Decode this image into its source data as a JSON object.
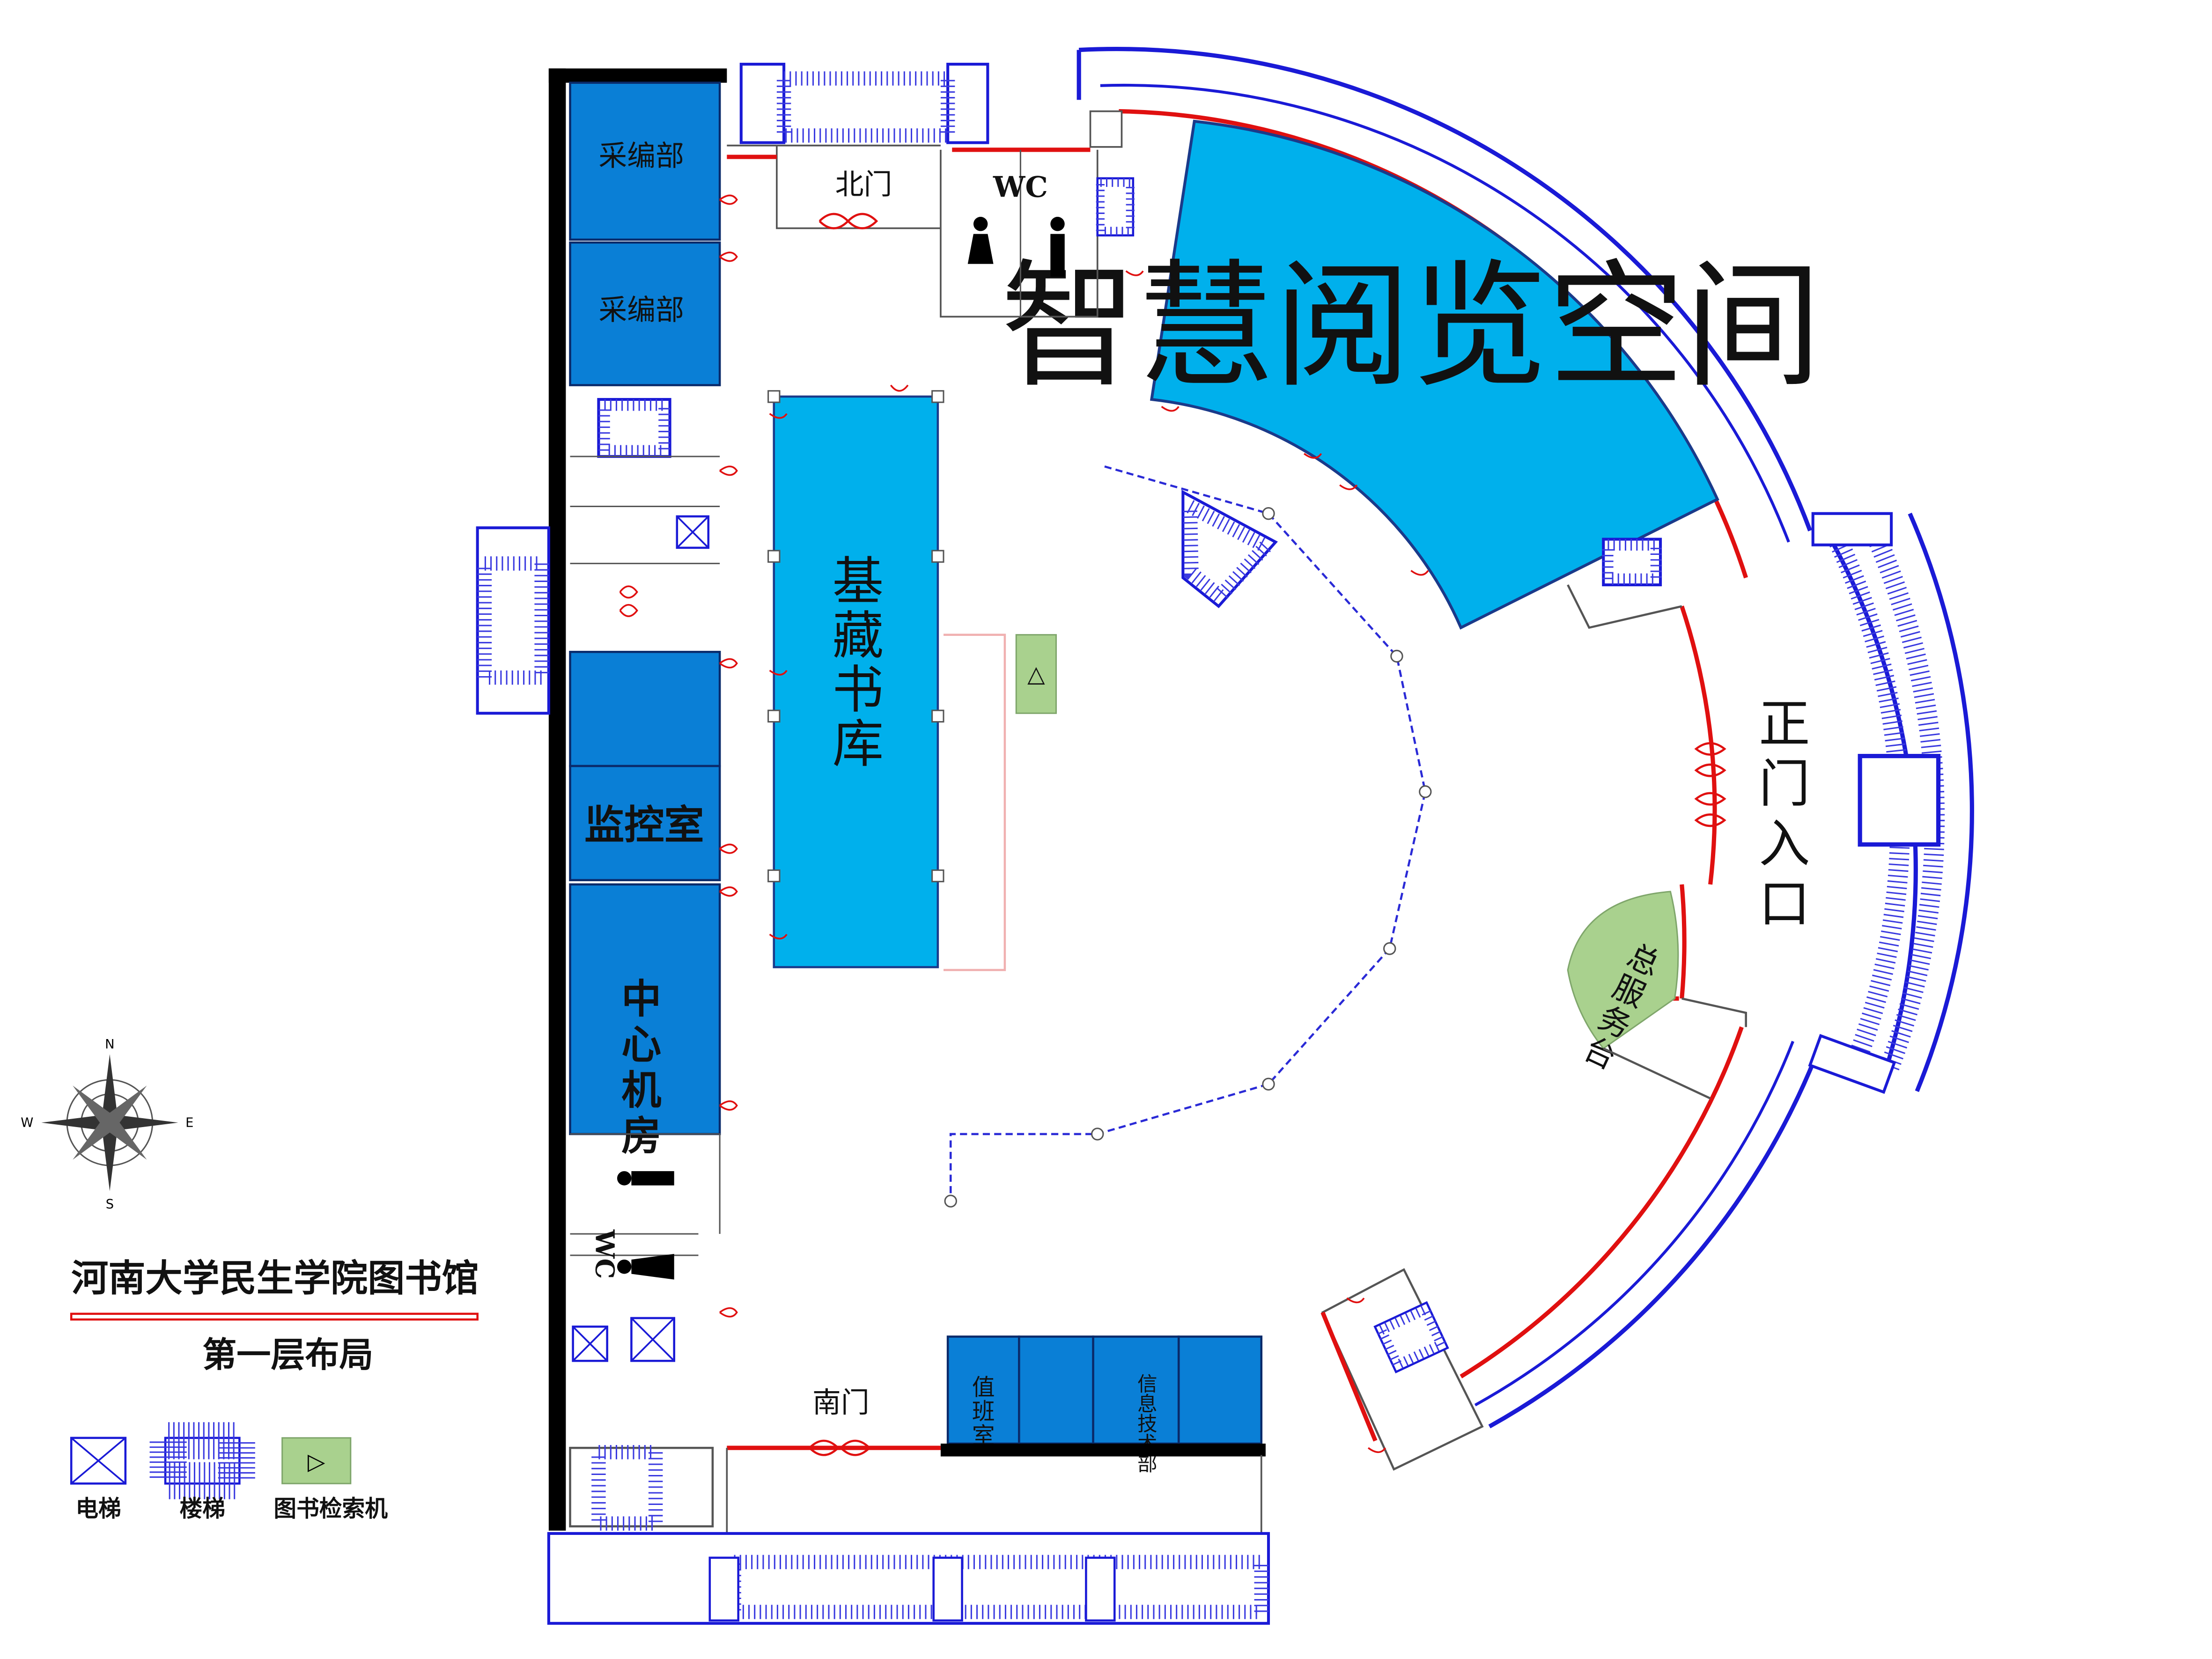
{
  "title": "河南大学民生学院图书馆",
  "subtitle": "第一层布局",
  "compass": {
    "n": "N",
    "s": "S",
    "e": "E",
    "w": "W"
  },
  "rooms": {
    "acq1": "采编部",
    "acq2": "采编部",
    "monitor": "监控室",
    "datacenter": "中心机房",
    "stacks": "基藏书库",
    "smart_reading": "智慧阅览空间",
    "duty": "值班室",
    "it": "信息技术部",
    "service_desk": "总服务台"
  },
  "doors": {
    "north": "北门",
    "south": "南门",
    "main": "正门入口"
  },
  "wc_label": "WC",
  "kiosk_symbol": "△",
  "legend": [
    {
      "key": "elevator",
      "label": "电梯",
      "icon": "elevator-icon"
    },
    {
      "key": "stairs",
      "label": "楼梯",
      "icon": "stairs-icon"
    },
    {
      "key": "kiosk",
      "label": "图书检索机",
      "icon": "kiosk-icon",
      "symbol": "▷"
    }
  ],
  "colors": {
    "room_blue": "#0a7fd6",
    "light_blue": "#00b0ec",
    "service_green": "#a9d18e",
    "outer_wall": "#1a1ad6",
    "door_red": "#e01010",
    "wall_black": "#000000"
  }
}
